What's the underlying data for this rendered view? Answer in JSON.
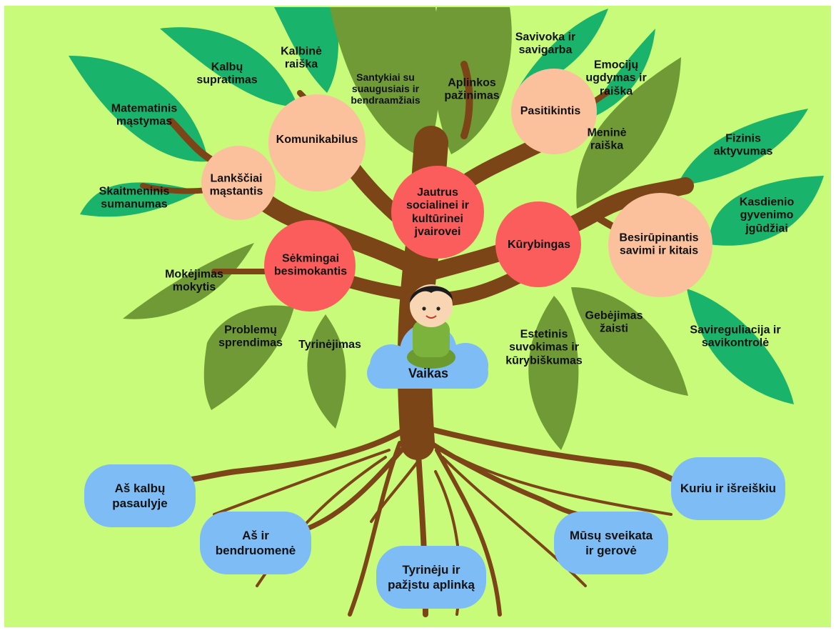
{
  "colors": {
    "background": "#c8fb7a",
    "leaf_dark": "#6f9a35",
    "leaf_light": "#1ab36b",
    "trunk": "#7b4518",
    "circle_red": "#fb5d5d",
    "circle_peach": "#fbc19c",
    "root_box": "#7dbcf5"
  },
  "diagram": {
    "child": "Vaikas",
    "core_qualities": [
      "Jautrus\nsocialinei ir\nkultūrinei\njvairovei",
      "Kūrybingas",
      "Sėkmingai\nbesimokantis"
    ],
    "qualities": [
      "Komunikabilus",
      "Lankščiai\nmąstantis",
      "Pasitikintis",
      "Besirūpinantis\nsavimi ir kitais"
    ],
    "leaves": [
      "Kalbinė\nraiška",
      "Kalbų\nsupratimas",
      "Matematinis\nmąstymas",
      "Skaitmeninis\nsumanumas",
      "Santykiai su\nsuaugusiais ir\nbendraamžiais",
      "Aplinkos\npažinimas",
      "Savivoka ir\nsavigarba",
      "Emocijų\nugdymas ir\nraiška",
      "Meninė\nraiška",
      "Fizinis aktyvumas",
      "Kasdienio gyvenimo\njgūdžiai",
      "Mokėjimas\nmokytis",
      "Problemų\nsprendimas",
      "Tyrinėjimas",
      "Estetinis\nsuvokimas ir\nkūrybiškumas",
      "Gebėjimas\nžaisti",
      "Savireguliacija ir\nsavikontrolė"
    ],
    "roots": [
      "Aš kalbų\npasaulyje",
      "Aš ir\nbendruomenė",
      "Tyrinėju ir\npažįstu aplinką",
      "Mūsų sveikata\nir gerovė",
      "Kuriu ir išreiškiu"
    ]
  }
}
